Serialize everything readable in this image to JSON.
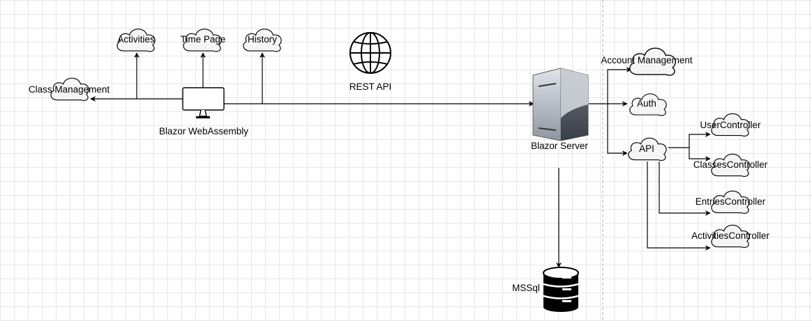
{
  "diagram": {
    "nodes": {
      "class_management": "Class Management",
      "activities": "Activities",
      "time_page": "Time Page",
      "history": "History",
      "blazor_webassembly": "Blazor WebAssembly",
      "rest_api": "REST API",
      "blazor_server": "Blazor Server",
      "account_management": "Account Management",
      "auth": "Auth",
      "api": "API",
      "user_controller": "UserController",
      "classes_controller": "ClassesController",
      "entries_controller": "EntriesController",
      "activities_controller": "ActivitiesController",
      "mssql": "MSSql"
    },
    "icons": {
      "cloud": "cloud-icon",
      "monitor": "monitor-icon",
      "globe": "globe-icon",
      "server": "server-icon",
      "database": "database-icon"
    },
    "colors": {
      "line": "#000000",
      "cloud_fill": "#f5f5f5",
      "server_light": "#c7ccd6",
      "server_dark": "#4f5660",
      "grid": "#e6e6e6"
    }
  }
}
